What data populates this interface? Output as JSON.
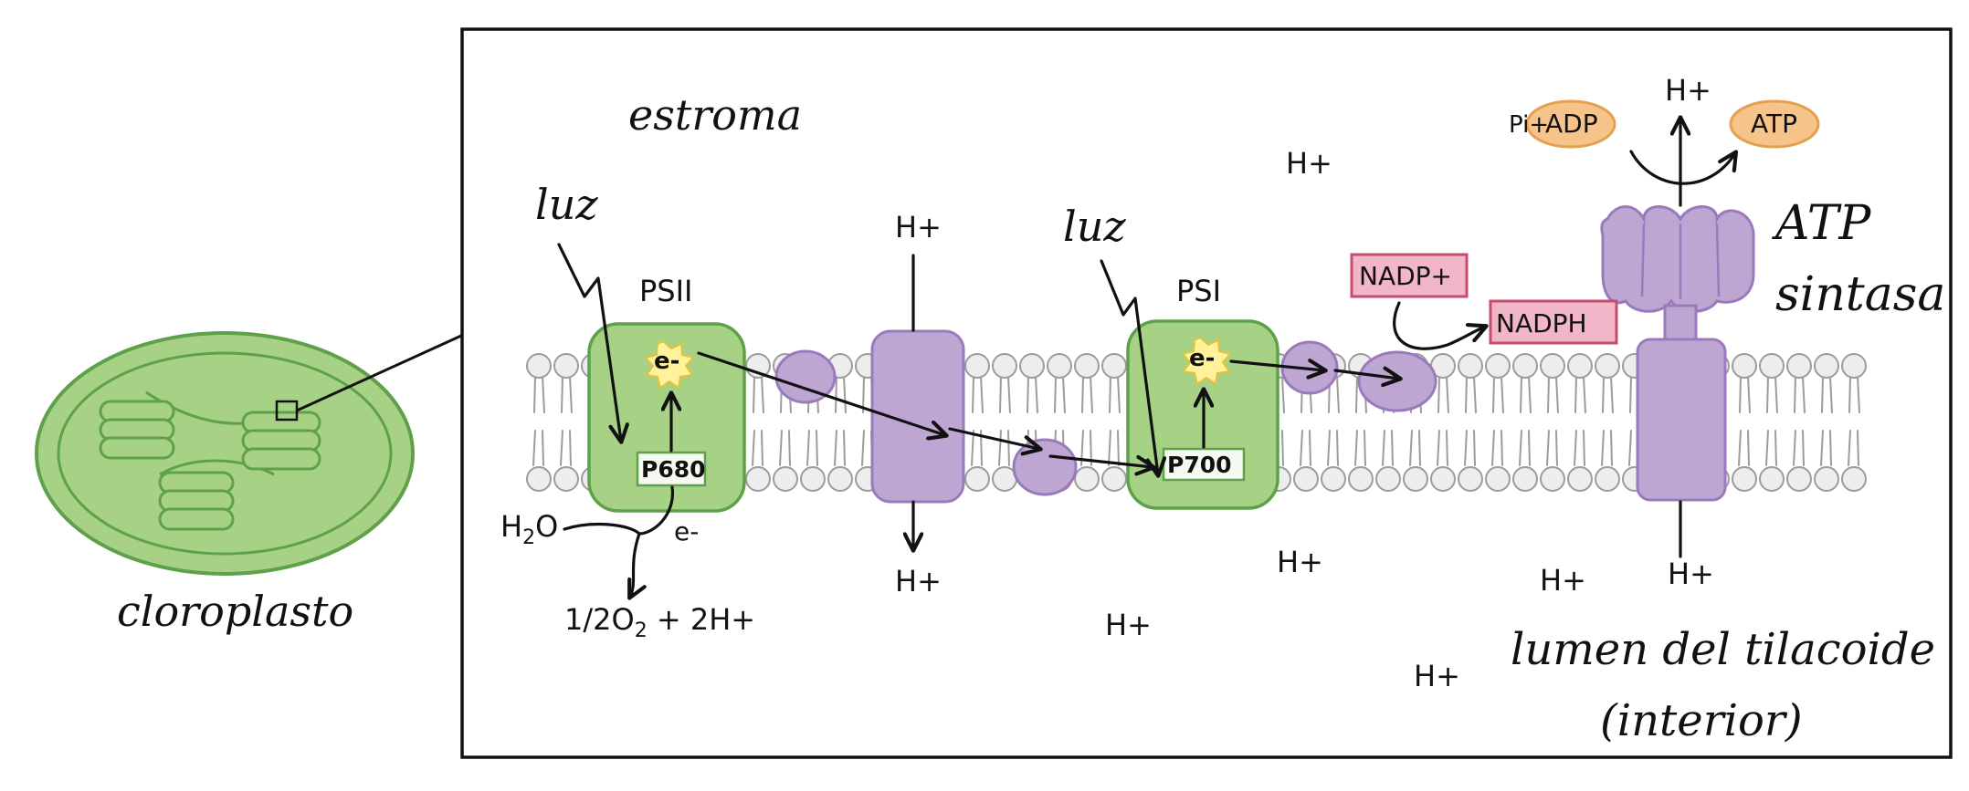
{
  "labels": {
    "chloroplast": "cloroplasto",
    "stroma": "estroma",
    "lumen_line1": "lumen del tilacoide",
    "lumen_line2": "(interior)",
    "light_1": "luz",
    "light_2": "luz",
    "psii": "PSII",
    "psi": "PSI",
    "p680": "P680",
    "p700": "P700",
    "electron_psii": "e-",
    "electron_psi": "e-",
    "electron_water": "e-",
    "water_left": "H",
    "water_sub": "2",
    "water_right": "O",
    "oxygen_half": "1/2",
    "oxygen_o": "O",
    "oxygen_sub": "2",
    "oxygen_rest": " + 2H+",
    "nadp_plus": "NADP+",
    "nadph": "NADPH",
    "pi": "Pi+",
    "adp": "ADP",
    "atp": "ATP",
    "atp_synthase_1": "ATP",
    "atp_synthase_2": "sintasa",
    "h_cyt_top": "H+",
    "h_cyt_bottom": "H+",
    "h_synthase_top": "H+",
    "h_synthase_bottom": "H+",
    "h_stroma_free": "H+",
    "h_lumen_1": "H+",
    "h_lumen_2": "H+",
    "h_lumen_3": "H+",
    "h_lumen_4": "H+"
  },
  "colors": {
    "photosystem": "#a7d286",
    "photosystem_border": "#5fa14a",
    "protein": "#bea6d2",
    "protein_border": "#9a79bd",
    "nadp_fill": "#f1b6c8",
    "nadp_border": "#c74c6c",
    "adp_fill": "#f6c48a",
    "adp_border": "#e3a150",
    "star_fill": "#fff29a",
    "star_border": "#e3c23c",
    "lipid": "#9c9c9c",
    "lipid_head": "#ededed"
  }
}
